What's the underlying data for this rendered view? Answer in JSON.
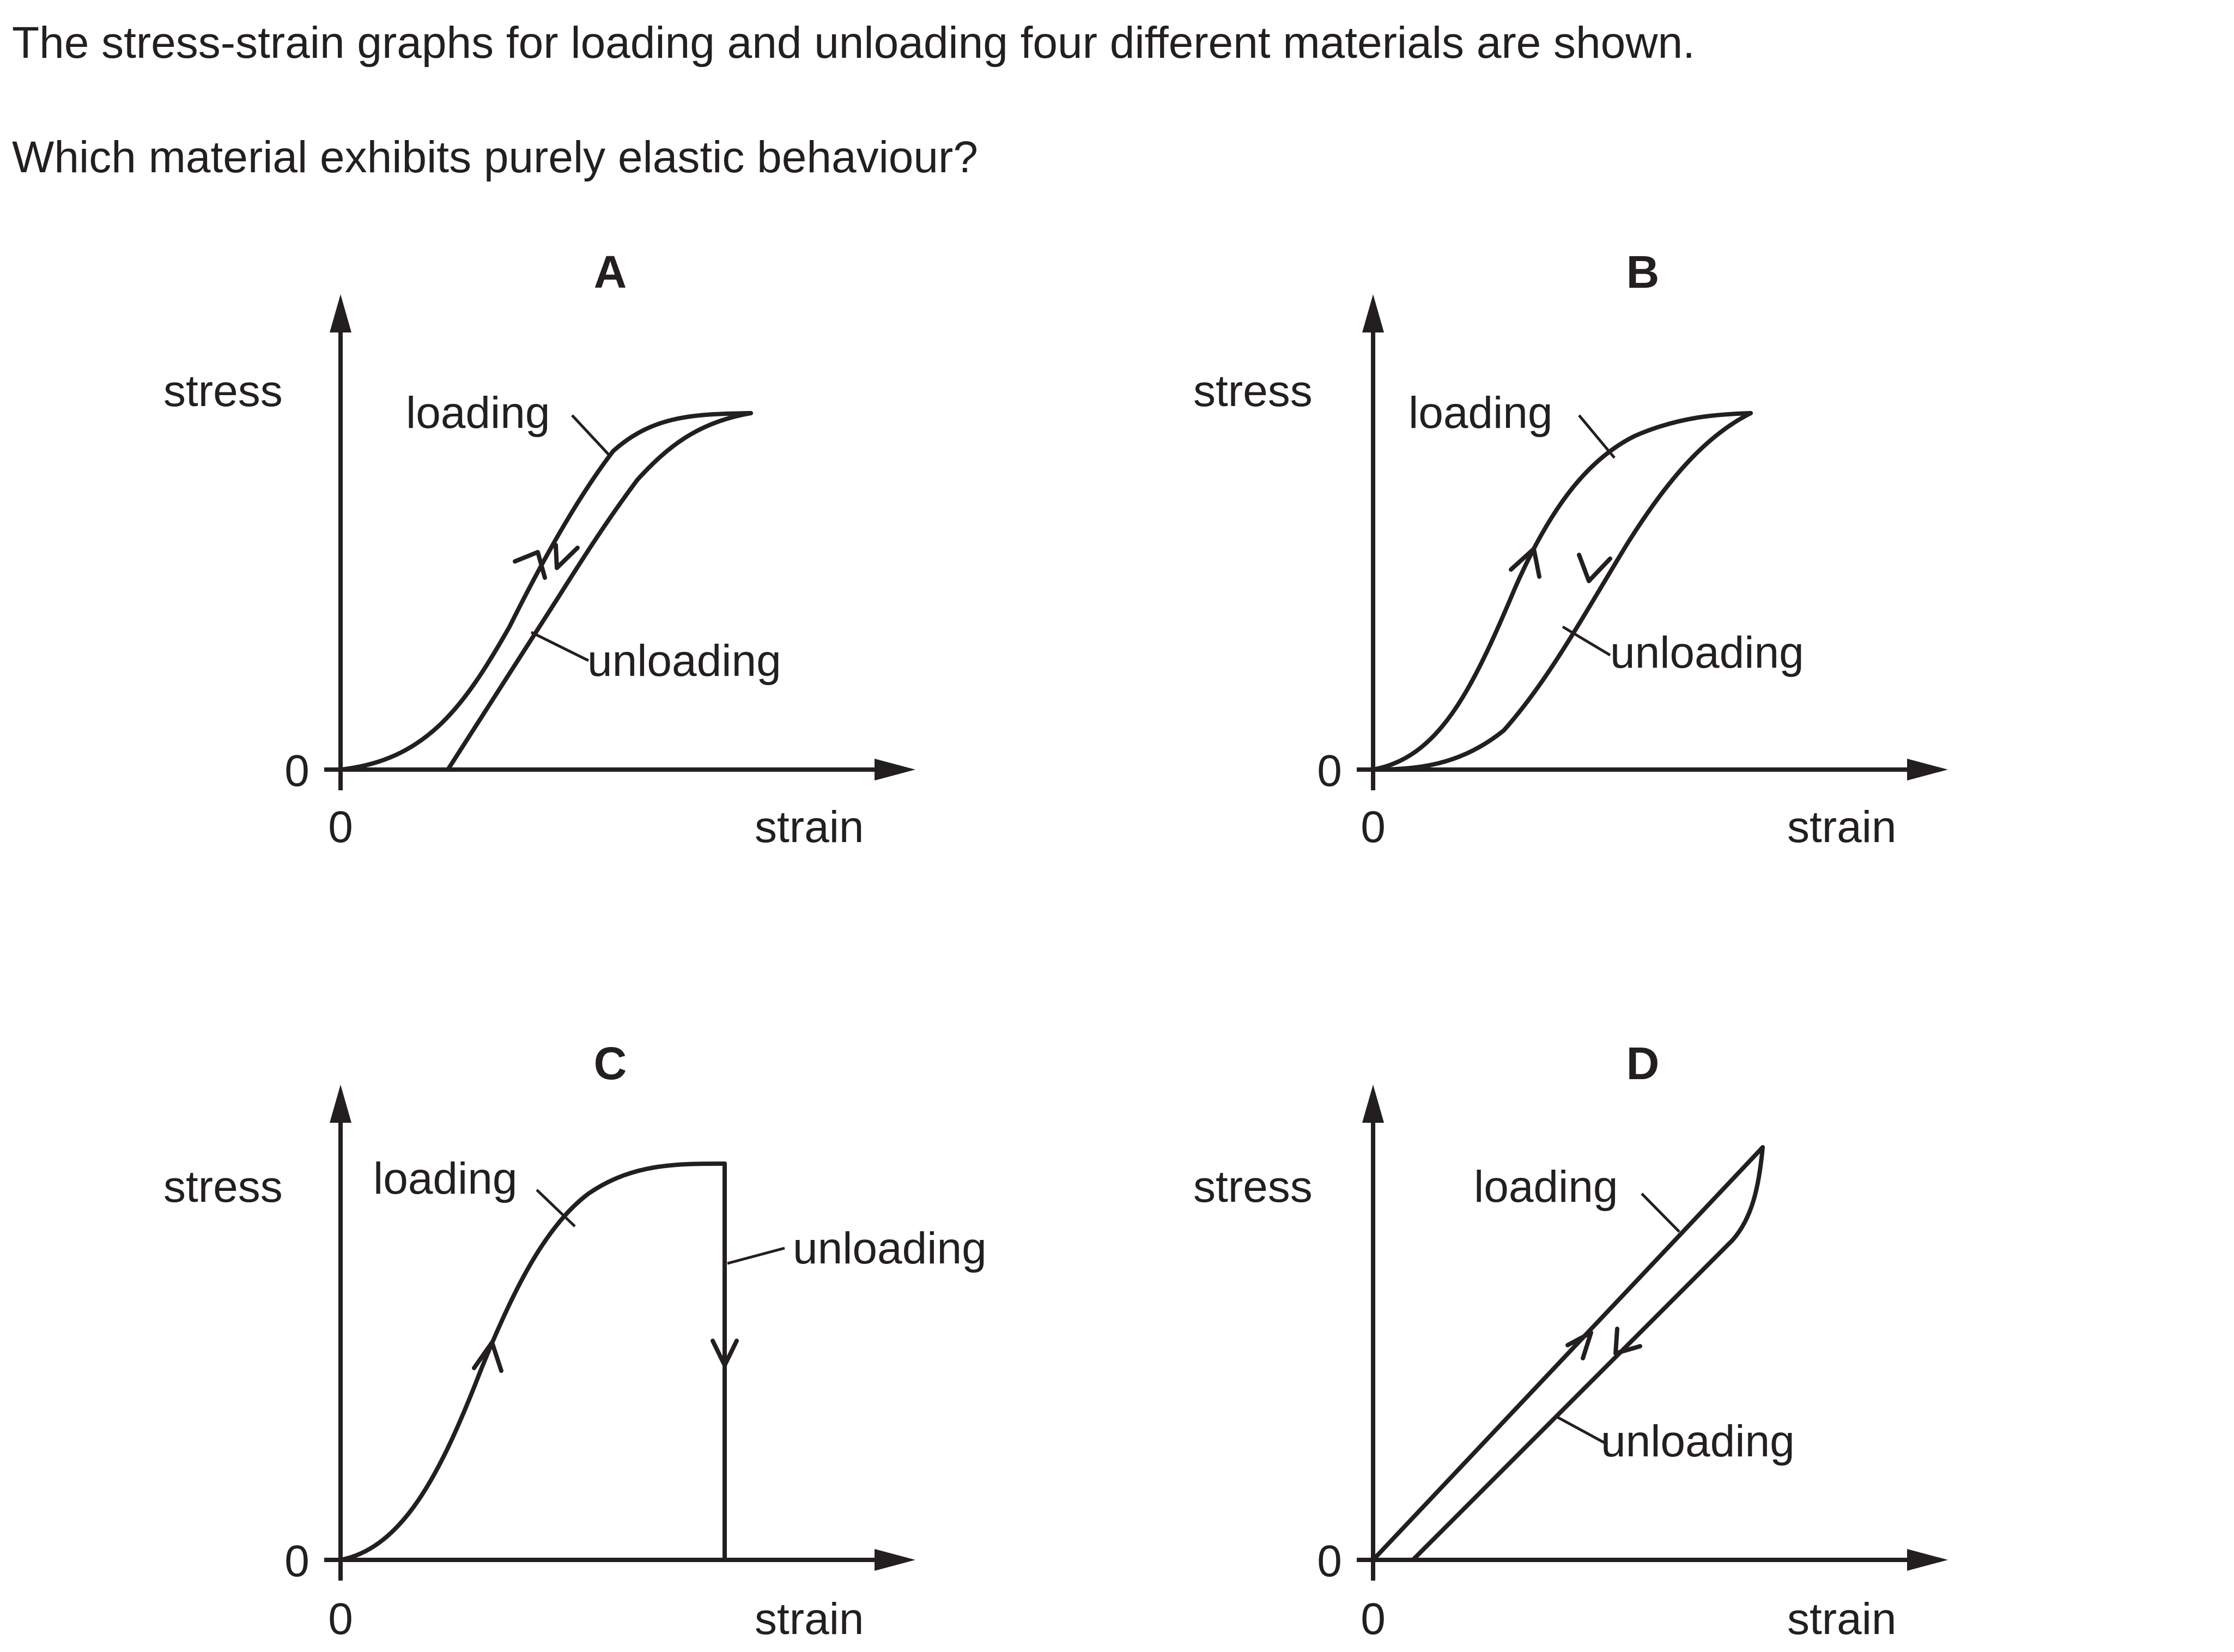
{
  "question": {
    "line1": "The stress-strain graphs for loading and unloading four different materials are shown.",
    "line2": "Which material exhibits purely elastic behaviour?"
  },
  "panels": [
    {
      "letter": "A",
      "y_label": "stress",
      "x_label": "strain",
      "origin_x": "0",
      "origin_y": "0",
      "loading_label": "loading",
      "unloading_label": "unloading"
    },
    {
      "letter": "B",
      "y_label": "stress",
      "x_label": "strain",
      "origin_x": "0",
      "origin_y": "0",
      "loading_label": "loading",
      "unloading_label": "unloading"
    },
    {
      "letter": "C",
      "y_label": "stress",
      "x_label": "strain",
      "origin_x": "0",
      "origin_y": "0",
      "loading_label": "loading",
      "unloading_label": "unloading"
    },
    {
      "letter": "D",
      "y_label": "stress",
      "x_label": "strain",
      "origin_x": "0",
      "origin_y": "0",
      "loading_label": "loading",
      "unloading_label": "unloading"
    }
  ]
}
